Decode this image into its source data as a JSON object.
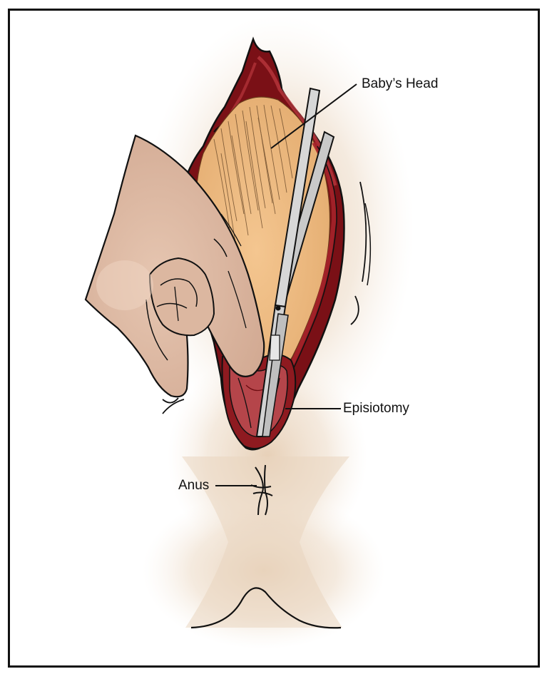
{
  "labels": {
    "babys_head": "Baby’s Head",
    "episiotomy": "Episiotomy",
    "anus": "Anus"
  },
  "colors": {
    "frame": "#111111",
    "skin_haze": "#e9d6c0",
    "tissue_dark": "#6e0d12",
    "tissue_mid": "#9c1c22",
    "tissue_light": "#c0454a",
    "head": "#efbd84",
    "hand": "#dcb7a0",
    "hand_shadow": "#c79d86",
    "scissors": "#c8c8c8",
    "outline": "#111111"
  },
  "icons": {
    "scissors": "scissors-icon",
    "hand": "gloved-hand-icon"
  }
}
